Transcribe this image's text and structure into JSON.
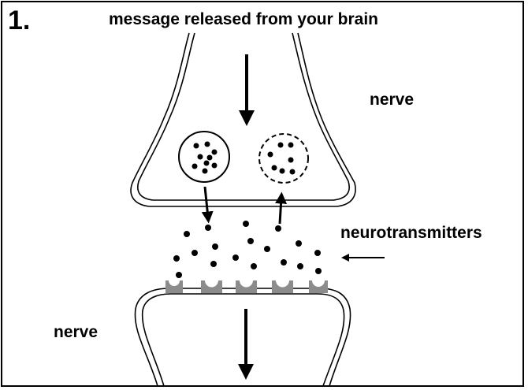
{
  "step_number": "1.",
  "title": "message released from your brain",
  "labels": {
    "nerve_top": "nerve",
    "neurotransmitters": "neurotransmitters",
    "nerve_bottom": "nerve"
  },
  "colors": {
    "line": "#000000",
    "receptor": "#8c8c8c",
    "background": "#ffffff"
  }
}
